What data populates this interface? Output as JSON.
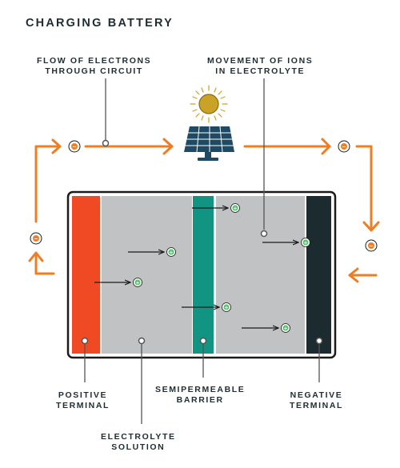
{
  "title": "CHARGING BATTERY",
  "labels": {
    "flow_electrons": [
      "FLOW OF ELECTRONS",
      "THROUGH CIRCUIT"
    ],
    "movement_ions": [
      "MOVEMENT OF IONS",
      "IN ELECTROLYTE"
    ],
    "positive_terminal": [
      "POSITIVE",
      "TERMINAL"
    ],
    "semipermeable_barrier": [
      "SEMIPERMEABLE",
      "BARRIER"
    ],
    "negative_terminal": [
      "NEGATIVE",
      "TERMINAL"
    ],
    "electrolyte_solution": [
      "ELECTROLYTE",
      "SOLUTION"
    ]
  },
  "symbols": {
    "electron": "−",
    "ion": "+"
  },
  "colors": {
    "orange": "#ef7d22",
    "positive_terminal": "#ef4a24",
    "negative_terminal": "#1b2b30",
    "barrier": "#129483",
    "electrolyte": "#c1c2c4",
    "ion": "#5ac46e",
    "solar_panel": "#1f4a63",
    "sun": "#c9a227"
  }
}
